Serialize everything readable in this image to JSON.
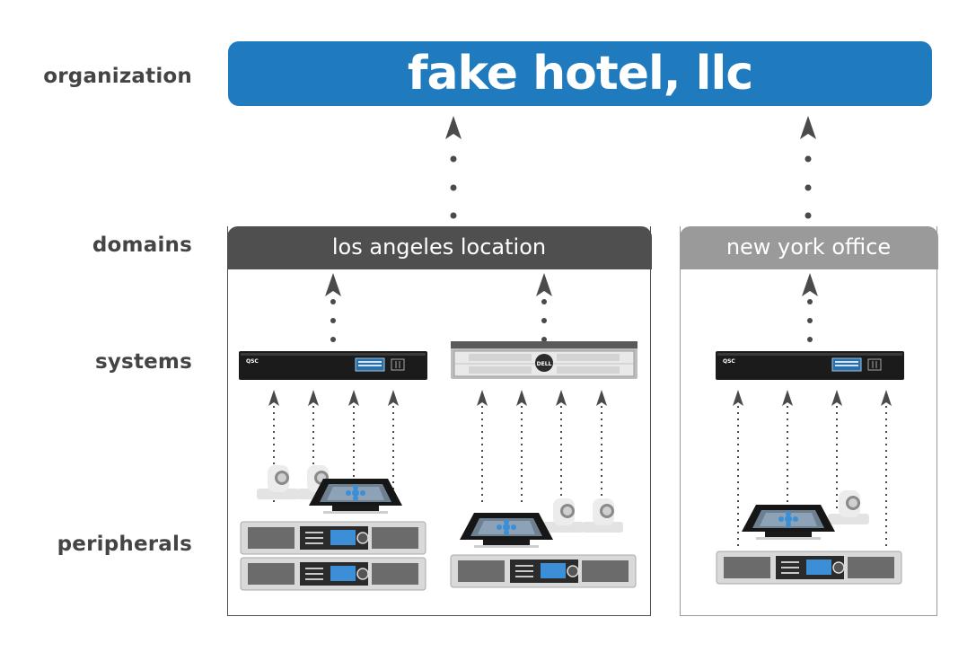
{
  "labels": {
    "organization": "organization",
    "domains": "domains",
    "systems": "systems",
    "peripherals": "peripherals"
  },
  "organization": {
    "title": "fake hotel, llc",
    "color": "#1f7bbd"
  },
  "domains": [
    {
      "title": "los angeles location",
      "header_color": "#4f4f4f",
      "border_color": "#4f4f4f"
    },
    {
      "title": "new york office",
      "header_color": "#9a9a9a",
      "border_color": "#9a9a9a"
    }
  ],
  "systems": {
    "qsc_core_brand": "QSC",
    "server_brand": "DELL"
  }
}
